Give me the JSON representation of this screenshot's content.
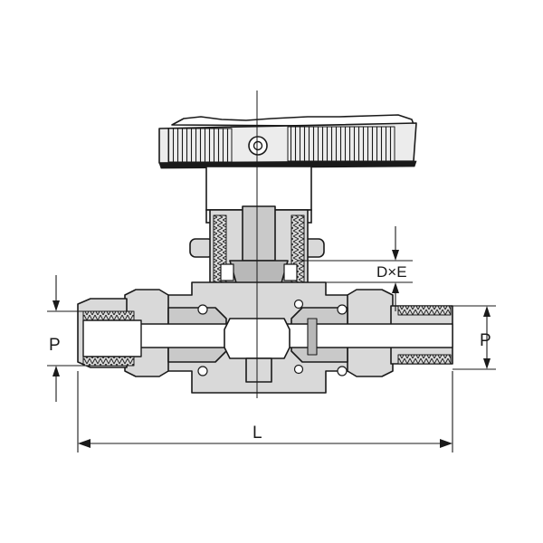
{
  "labels": {
    "port_left": "P",
    "port_right": "P",
    "stem_dim": "D×E",
    "length": "L"
  },
  "colors": {
    "outline": "#1a1a1a",
    "body_fill": "#d9d9d9",
    "body_dark": "#b8b8b8",
    "handle_fill": "#ececec",
    "bore_fill": "#ffffff",
    "background": "#ffffff"
  }
}
